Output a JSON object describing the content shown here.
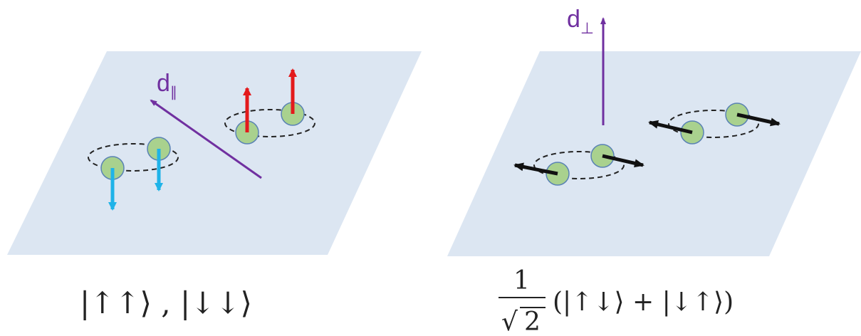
{
  "colors": {
    "plane": "#dce6f2",
    "particle_fill": "#a9d18e",
    "particle_stroke": "#5a82b4",
    "dipole": "#7030a0",
    "spin_up": "#e31a1c",
    "spin_down": "#1fb3e8",
    "spin_inplane": "#111111",
    "orbit": "#222222",
    "text": "#222222"
  },
  "left_panel": {
    "dipole_label": {
      "main": "d",
      "subscript": "∥"
    },
    "caption": {
      "text": "|↑↑⟩ ,  |↓↓⟩"
    }
  },
  "right_panel": {
    "dipole_label": {
      "main": "d",
      "subscript": "⊥"
    },
    "caption": {
      "numerator": "1",
      "denominator_root": "√",
      "denominator_value": "2",
      "expression": "(|↑↓⟩ + |↓↑⟩)"
    }
  }
}
